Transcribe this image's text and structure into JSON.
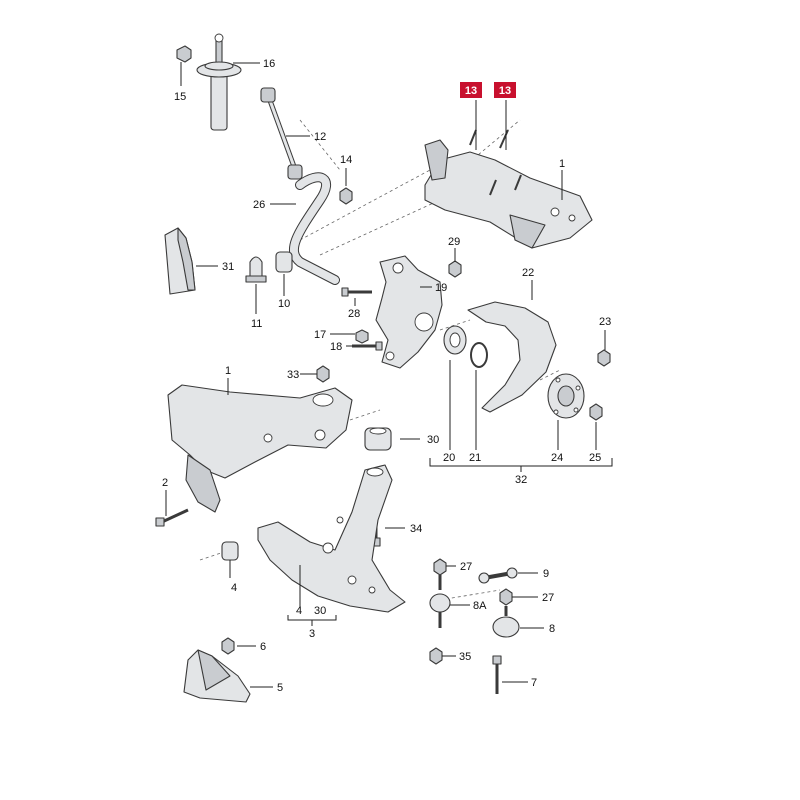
{
  "labels": {
    "l1a": "1",
    "l1b": "1",
    "l2": "2",
    "l3": "3",
    "l4a": "4",
    "l4b": "4",
    "l5": "5",
    "l6": "6",
    "l7": "7",
    "l8": "8",
    "l8a": "8A",
    "l9": "9",
    "l10": "10",
    "l11": "11",
    "l12": "12",
    "l14": "14",
    "l15": "15",
    "l16": "16",
    "l17": "17",
    "l18": "18",
    "l19": "19",
    "l20": "20",
    "l21": "21",
    "l22": "22",
    "l23": "23",
    "l24": "24",
    "l25": "25",
    "l26": "26",
    "l27a": "27",
    "l27b": "27",
    "l28": "28",
    "l29": "29",
    "l30a": "30",
    "l30b": "30",
    "l31": "31",
    "l32": "32",
    "l33": "33",
    "l34": "34",
    "l35": "35"
  },
  "badges": {
    "b13a": "13",
    "b13b": "13"
  },
  "colors": {
    "badge": "#c8102e",
    "line": "#222222"
  }
}
